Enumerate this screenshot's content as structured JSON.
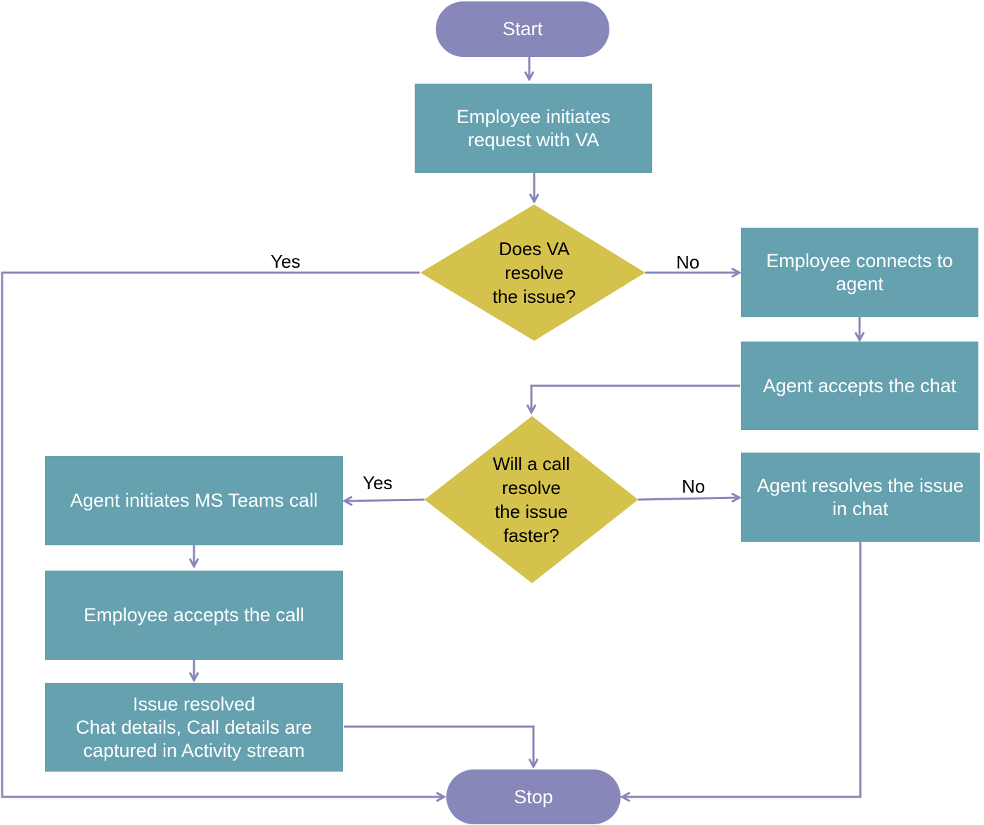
{
  "colors": {
    "terminal": "#8887ba",
    "process": "#66a1b0",
    "decision": "#d4c24c",
    "connector": "#8887ba"
  },
  "nodes": {
    "start": "Start",
    "initiate_request": "Employee initiates\nrequest with VA",
    "decision_va": "Does VA\nresolve\nthe issue?",
    "connect_agent": "Employee connects to\nagent",
    "accept_chat": "Agent accepts the chat",
    "decision_call": "Will a call\nresolve\nthe issue\nfaster?",
    "teams_call": "Agent initiates MS Teams call",
    "resolve_chat": "Agent resolves the issue\nin chat",
    "accept_call": "Employee accepts the call",
    "issue_resolved": "Issue resolved\nChat details, Call details are\ncaptured in Activity stream",
    "stop": "Stop"
  },
  "edge_labels": {
    "va_yes": "Yes",
    "va_no": "No",
    "call_yes": "Yes",
    "call_no": "No"
  }
}
